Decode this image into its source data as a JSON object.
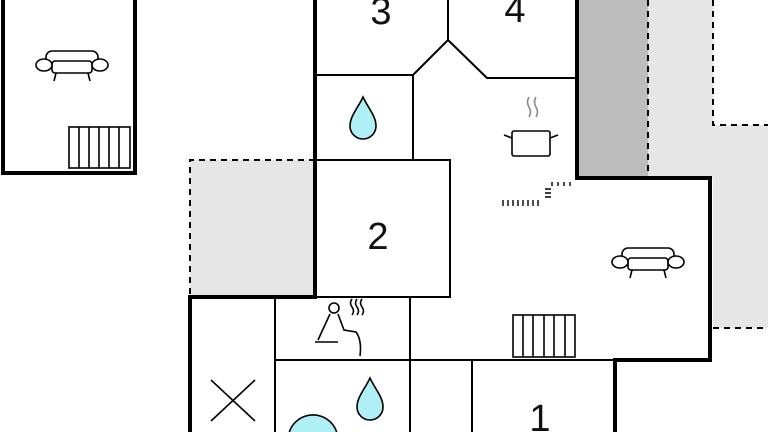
{
  "floorplan": {
    "rooms": [
      {
        "label": "1"
      },
      {
        "label": "2"
      },
      {
        "label": "3"
      },
      {
        "label": "4"
      }
    ],
    "icons": [
      "sofa-icon",
      "radiator-icon",
      "water-drop-icon",
      "cooking-pot-icon",
      "stairs-icon",
      "sauna-icon",
      "x-mark-icon",
      "round-tub-icon"
    ],
    "colors": {
      "water": "#aef0f5",
      "dark_area": "#bdbdbd",
      "light_area": "#e6e6e6",
      "wall": "#000000"
    }
  }
}
